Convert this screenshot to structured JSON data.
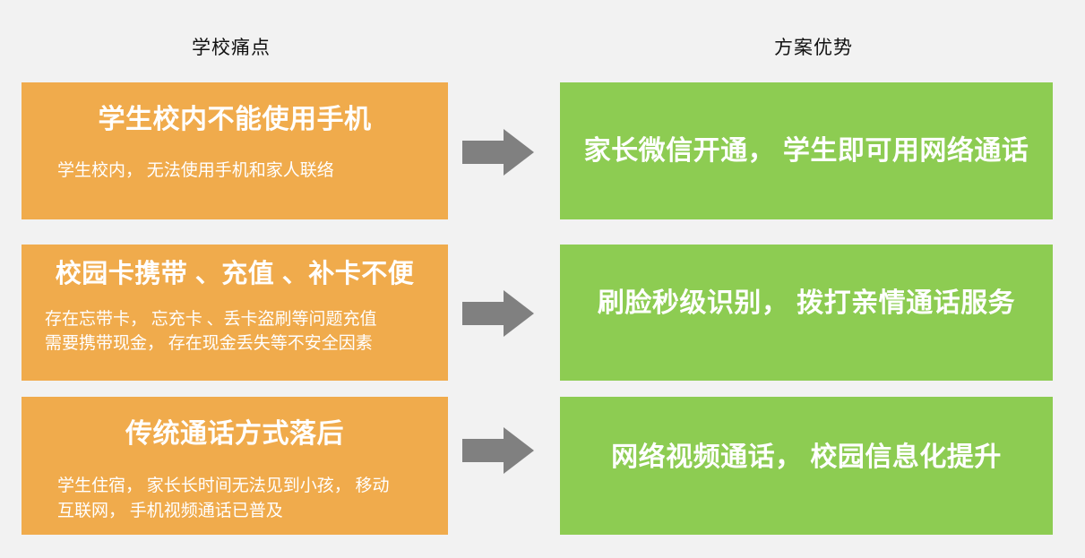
{
  "colors": {
    "background": "#f2f2f2",
    "pain_card": "#f0ab4c",
    "advantage_card": "#8dcc52",
    "arrow": "#808080",
    "card_text": "#ffffff",
    "header_text": "#111111"
  },
  "headers": {
    "pain": "学校痛点",
    "advantage": "方案优势"
  },
  "rows": [
    {
      "pain_title": "学生校内不能使用手机",
      "pain_desc": "学生校内， 无法使用手机和家人联络",
      "arrow_icon": "right-arrow-icon",
      "advantage": "家长微信开通， 学生即可用网络通话"
    },
    {
      "pain_title": "校园卡携带 、充值 、补卡不便",
      "pain_desc": "存在忘带卡， 忘充卡 、丢卡盗刷等问题充值\n需要携带现金， 存在现金丢失等不安全因素",
      "arrow_icon": "right-arrow-icon",
      "advantage": "刷脸秒级识别， 拨打亲情通话服务"
    },
    {
      "pain_title": "传统通话方式落后",
      "pain_desc": "学生住宿， 家长长时间无法见到小孩， 移动\n互联网， 手机视频通话已普及",
      "arrow_icon": "right-arrow-icon",
      "advantage": "网络视频通话， 校园信息化提升"
    }
  ]
}
